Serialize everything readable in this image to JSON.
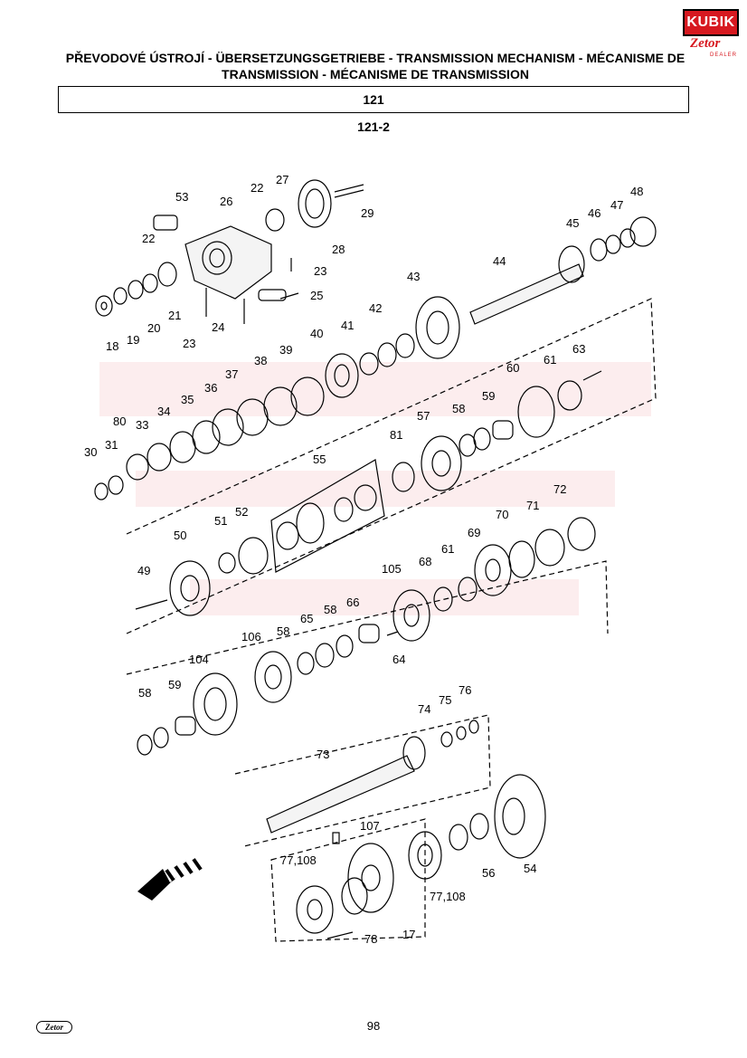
{
  "logo": {
    "top_text": "KUBIK",
    "brand_text": "Zetor",
    "sub_text": "DEALER"
  },
  "header": {
    "title": "PŘEVODOVÉ ÚSTROJÍ - ÜBERSETZUNGSGETRIEBE - TRANSMISSION MECHANISM - MÉCANISME DE TRANSMISSION - MÉCANISME DE TRANSMISSION",
    "group_number": "121",
    "subgroup_number": "121-2"
  },
  "diagram": {
    "callouts": [
      "53",
      "26",
      "22",
      "27",
      "29",
      "28",
      "22",
      "23",
      "25",
      "18",
      "19",
      "20",
      "21",
      "23",
      "24",
      "44",
      "45",
      "46",
      "47",
      "48",
      "43",
      "42",
      "41",
      "40",
      "39",
      "38",
      "37",
      "36",
      "35",
      "34",
      "33",
      "80",
      "31",
      "30",
      "63",
      "61",
      "60",
      "59",
      "58",
      "57",
      "81",
      "55",
      "52",
      "51",
      "50",
      "49",
      "72",
      "71",
      "70",
      "69",
      "61",
      "68",
      "105",
      "66",
      "58",
      "65",
      "58",
      "106",
      "64",
      "104",
      "59",
      "58",
      "74",
      "75",
      "76",
      "73",
      "107",
      "54",
      "56",
      "77,108",
      "77,108",
      "17",
      "78"
    ]
  },
  "footer": {
    "page_number": "98",
    "logo_text": "Zetor"
  }
}
